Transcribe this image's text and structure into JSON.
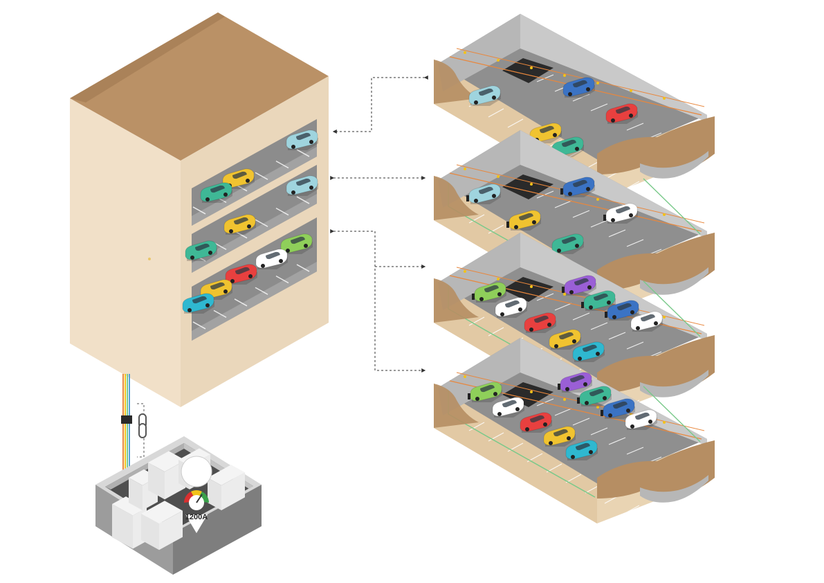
{
  "electrical_room": {
    "meter_reading": "1200A"
  },
  "building": {
    "visible_floors": 3
  },
  "cutaway_levels": [
    {
      "level": 1,
      "ev_chargers": false
    },
    {
      "level": 2,
      "ev_chargers": true
    },
    {
      "level": 3,
      "ev_chargers": true
    },
    {
      "level": 4,
      "ev_chargers": true
    }
  ],
  "colors": {
    "building_wall": "#f1e0c8",
    "building_side": "#e8d5b8",
    "roof": "#ba9166",
    "floor_slab": "#8e8e8e",
    "earth": "#b68e63",
    "ev_wiring": "#79c98a",
    "power_wiring": "#e8873d",
    "gauge_green": "#3aa04a",
    "gauge_yellow": "#f2c21a",
    "gauge_red": "#d93030"
  },
  "icons": [
    "cable-link-icon",
    "power-gauge-icon",
    "car-icon",
    "ev-charger-icon",
    "electrical-panel-icon"
  ]
}
